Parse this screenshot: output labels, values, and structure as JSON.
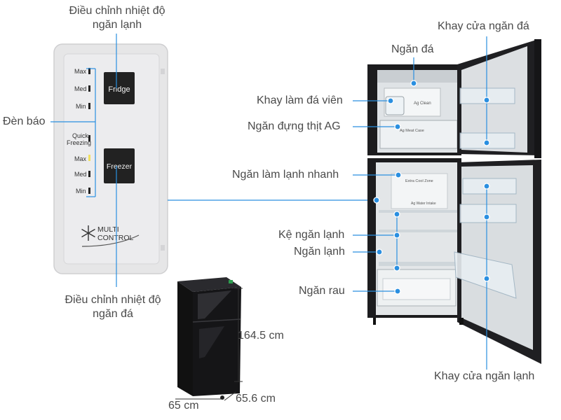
{
  "labels": {
    "fridge_temp_control": [
      "Điều chỉnh nhiệt độ",
      "ngăn lạnh"
    ],
    "indicator_lights": "Đèn báo",
    "freezer_temp_control": [
      "Điều chỉnh nhiệt độ",
      "ngăn đá"
    ],
    "freezer_compartment": "Ngăn đá",
    "ice_tray": "Khay làm đá viên",
    "ag_meat_compartment": "Ngăn đựng thịt AG",
    "quick_cooling_compartment": "Ngăn làm lạnh nhanh",
    "fridge_shelf": "Kệ ngăn lạnh",
    "fridge_compartment": "Ngăn lạnh",
    "vegetable_drawer": "Ngăn rau",
    "freezer_door_tray": "Khay cửa ngăn đá",
    "fridge_door_tray": "Khay cửa ngăn lạnh"
  },
  "control_panel": {
    "fridge_button": "Fridge",
    "freezer_button": "Freezer",
    "fridge_levels": [
      "Max",
      "Med",
      "Min"
    ],
    "quick_freezing": [
      "Quick",
      "Freezing"
    ],
    "freezer_levels": [
      "Max",
      "Med",
      "Min"
    ],
    "logo": [
      "MULTI",
      "CONTROL"
    ]
  },
  "dimensions": {
    "height": "164.5 cm",
    "width": "65 cm",
    "depth": "65.6 cm"
  },
  "interior_text": {
    "ag_clean": "Ag Clean",
    "ag_meat_case": "Ag Meat Case",
    "extra_cool_zone": "Extra Cool Zone",
    "ag_filter": "Ag Water Intake"
  },
  "colors": {
    "marker": "#2a8fe0",
    "line": "#2a8fe0",
    "panel": "#e9e9ea",
    "fridge_body": "#1c1c1e"
  }
}
